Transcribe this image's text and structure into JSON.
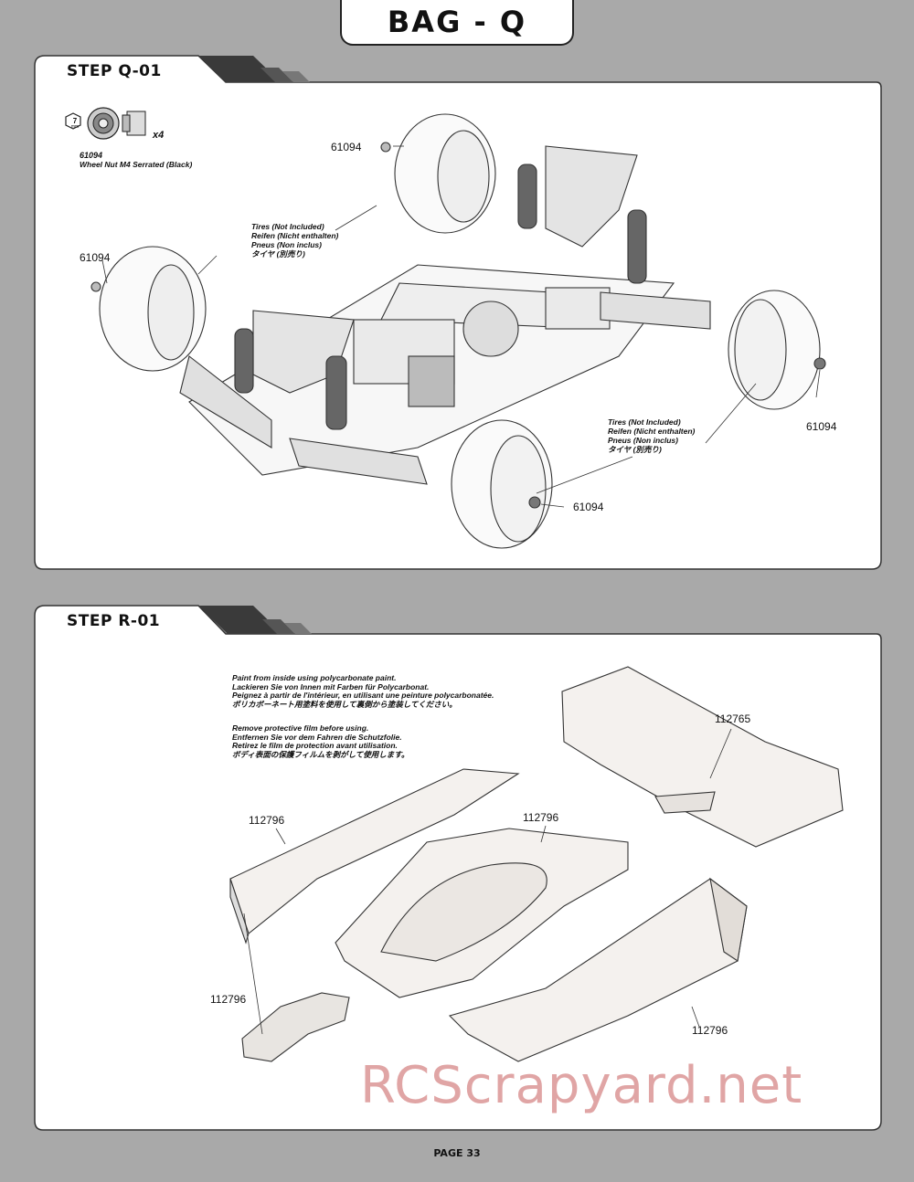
{
  "header": {
    "bag_title": "BAG - Q"
  },
  "step_q": {
    "label": "STEP Q-01",
    "hardware": {
      "tool_size": "7",
      "tool_unit": "mm",
      "quantity": "x4",
      "part_number": "61094",
      "part_name": "Wheel Nut M4 Serrated (Black)"
    },
    "callouts": [
      "61094",
      "61094",
      "61094",
      "61094"
    ],
    "tires_note_1": [
      "Tires (Not Included)",
      "Reifen (Nicht enthalten)",
      "Pneus (Non inclus)",
      "タイヤ (別売り)"
    ],
    "tires_note_2": [
      "Tires (Not Included)",
      "Reifen (Nicht enthalten)",
      "Pneus (Non inclus)",
      "タイヤ (別売り)"
    ]
  },
  "step_r": {
    "label": "STEP R-01",
    "paint_note": [
      "Paint from inside using polycarbonate paint.",
      "Lackieren Sie von Innen mit Farben für Polycarbonat.",
      "Peignez à partir de l'intérieur, en utilisant une peinture polycarbonatée.",
      "ポリカボーネート用塗料を使用して裏側から塗装してください。"
    ],
    "film_note": [
      "Remove protective film before using.",
      "Entfernen Sie vor dem Fahren die Schutzfolie.",
      "Retirez le film de protection avant utilisation.",
      "ボディ表面の保護フィルムを剥がして使用します。"
    ],
    "callouts": [
      "112765",
      "112796",
      "112796",
      "112796",
      "112796"
    ]
  },
  "footer": {
    "page": "PAGE 33"
  },
  "watermark": "RCScrapyard.net"
}
